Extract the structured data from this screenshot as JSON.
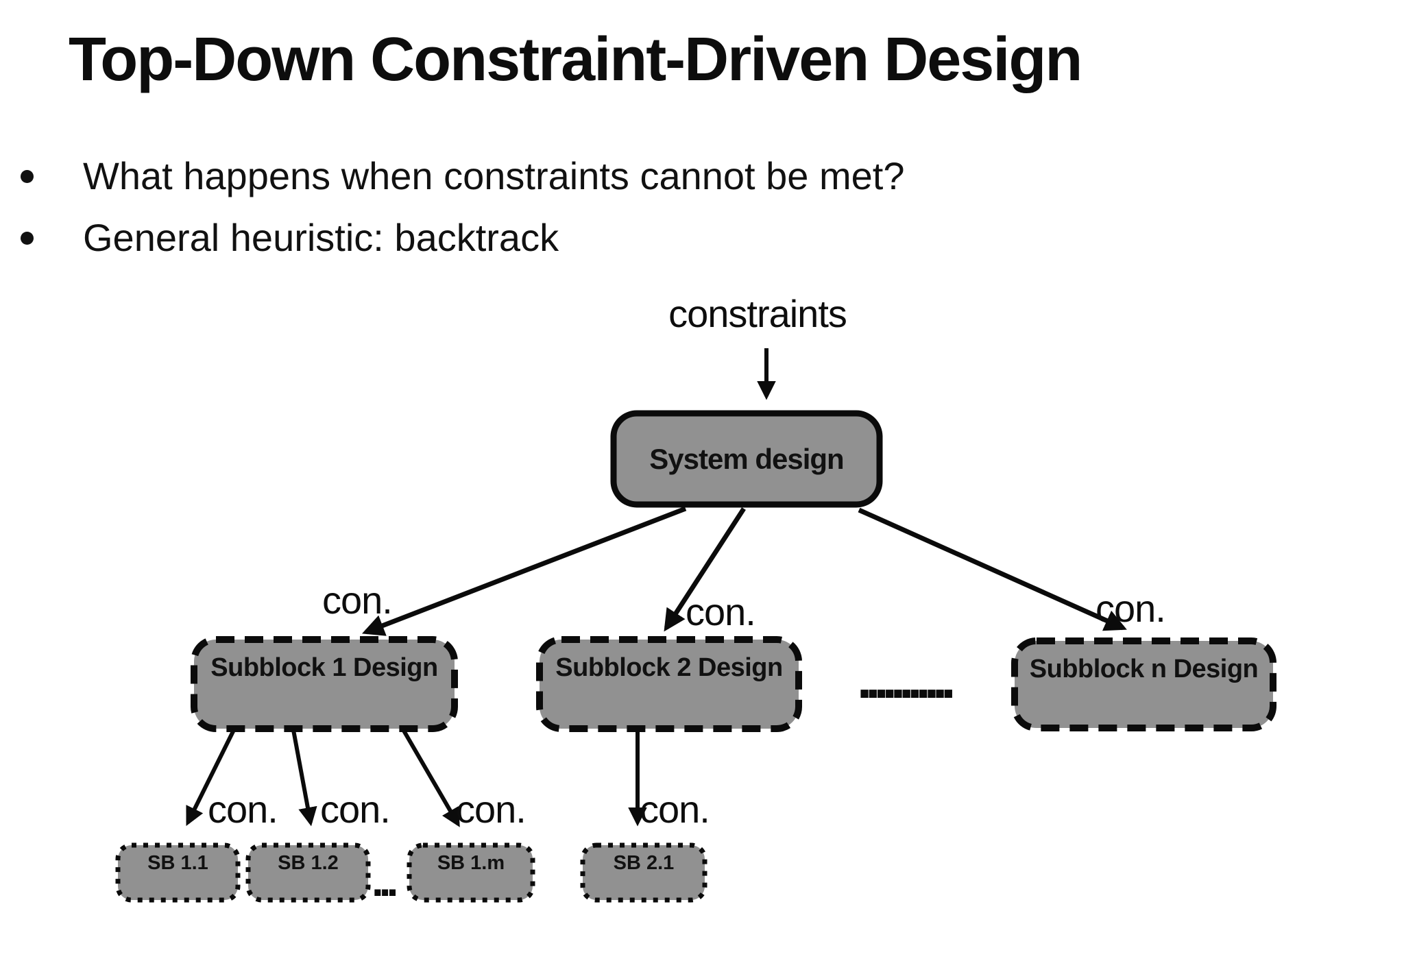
{
  "slide": {
    "title": "Top-Down Constraint-Driven Design",
    "bullets": [
      "What happens when constraints cannot be met?",
      "General heuristic: backtrack"
    ]
  },
  "diagram": {
    "constraints_label": "constraints",
    "con_label": "con.",
    "system_box": {
      "label": "System design"
    },
    "subblocks": [
      {
        "label": "Subblock 1 Design"
      },
      {
        "label": "Subblock 2 Design"
      },
      {
        "label": "Subblock n Design"
      }
    ],
    "sb_boxes": [
      {
        "label": "SB 1.1"
      },
      {
        "label": "SB 1.2"
      },
      {
        "label": "SB 1.m"
      },
      {
        "label": "SB 2.1"
      }
    ],
    "separator_dots": "...........",
    "ellipsis": "...",
    "colors": {
      "box_fill": "#919191",
      "ink": "#0b0b0b"
    }
  }
}
